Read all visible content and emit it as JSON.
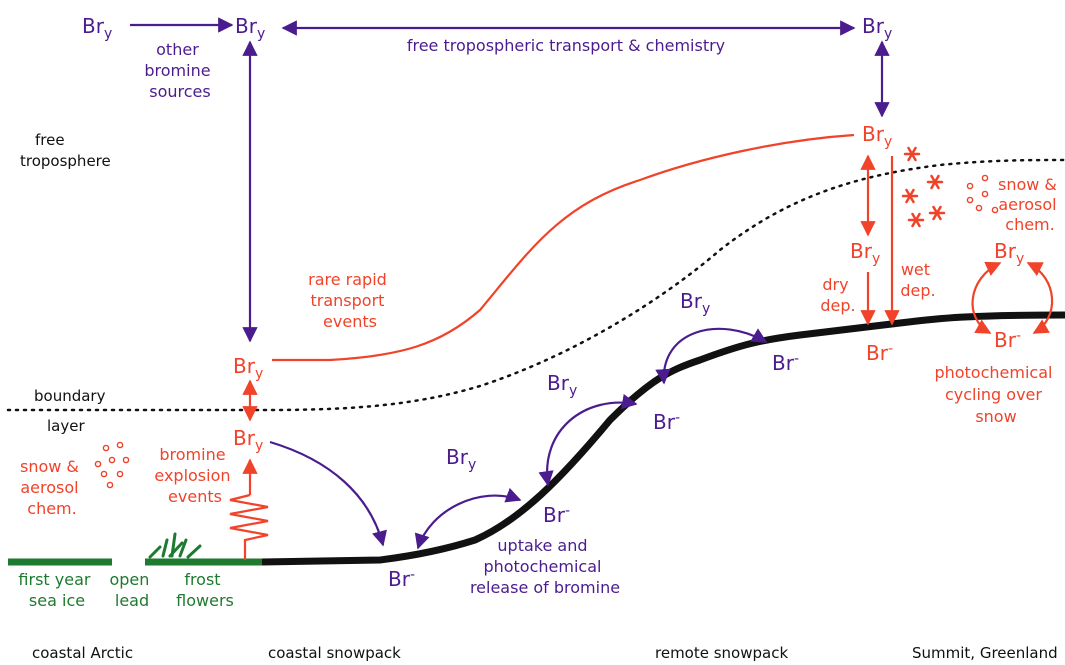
{
  "species": {
    "bry": "Br",
    "bry_sub": "y",
    "br_minus": "Br",
    "br_minus_sup": "-"
  },
  "labels": {
    "other_sources": [
      "other",
      "bromine",
      "sources"
    ],
    "free_transport": "free tropospheric transport & chemistry",
    "free_troposphere": [
      "free",
      "troposphere"
    ],
    "boundary_layer": [
      "boundary",
      "layer"
    ],
    "rare_transport": [
      "rare rapid",
      "transport",
      "events"
    ],
    "snow_aerosol_right": [
      "snow &",
      "aerosol",
      "chem."
    ],
    "snow_aerosol_left": [
      "snow &",
      "aerosol",
      "chem."
    ],
    "dry_dep": [
      "dry",
      "dep."
    ],
    "wet_dep": [
      "wet",
      "dep."
    ],
    "photochem_cycling": [
      "photochemical",
      "cycling over",
      "snow"
    ],
    "bromine_explosion": [
      "bromine",
      "explosion",
      "events"
    ],
    "uptake_release": [
      "uptake and",
      "photochemical",
      "release of bromine"
    ],
    "first_year_ice": [
      "first year",
      "sea ice"
    ],
    "open_lead": [
      "open",
      "lead"
    ],
    "frost_flowers": [
      "frost",
      "flowers"
    ]
  },
  "bottom_labels": {
    "coastal_arctic": "coastal Arctic",
    "coastal_snowpack": "coastal snowpack",
    "remote_snowpack": "remote snowpack",
    "summit": "Summit, Greenland"
  },
  "colors": {
    "purple": "#4B1C8E",
    "red": "#F0432A",
    "green": "#1E7A2E",
    "black": "#111111"
  }
}
